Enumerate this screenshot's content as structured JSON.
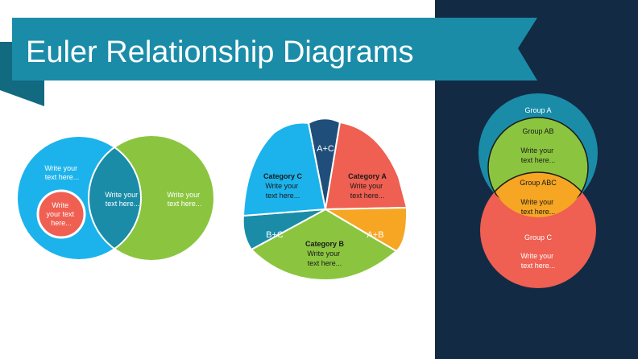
{
  "title": "Euler Relationship Diagrams",
  "colors": {
    "banner": "#1a8ca8",
    "banner_dark": "#126a80",
    "dark_panel": "#132a44",
    "blue": "#1cb3ec",
    "green": "#8bc53f",
    "teal": "#1a8ca8",
    "red": "#ef5f52",
    "orange": "#f6a623",
    "navy": "#1f4e7a"
  },
  "diagram1": {
    "left_text": [
      "Write your",
      "text here..."
    ],
    "inner_text": [
      "Write",
      "your text",
      "here..."
    ],
    "middle_text": [
      "Write your",
      "text here..."
    ],
    "right_text": [
      "Write your",
      "text here..."
    ]
  },
  "diagram2": {
    "top": "A+C",
    "left_title": "Category C",
    "left_text": [
      "Write your",
      "text here..."
    ],
    "right_title": "Category A",
    "right_text": [
      "Write your",
      "text here..."
    ],
    "bottom_left": "B+C",
    "bottom_right": "A+B",
    "bottom_title": "Category B",
    "bottom_text": [
      "Write your",
      "text here..."
    ]
  },
  "diagram3": {
    "group_a": "Group A",
    "group_ab": "Group AB",
    "ab_text": [
      "Write your",
      "text here..."
    ],
    "group_abc": "Group ABC",
    "abc_text": [
      "Write your",
      "text here..."
    ],
    "group_c": "Group C",
    "c_text": [
      "Write your",
      "text here..."
    ]
  }
}
